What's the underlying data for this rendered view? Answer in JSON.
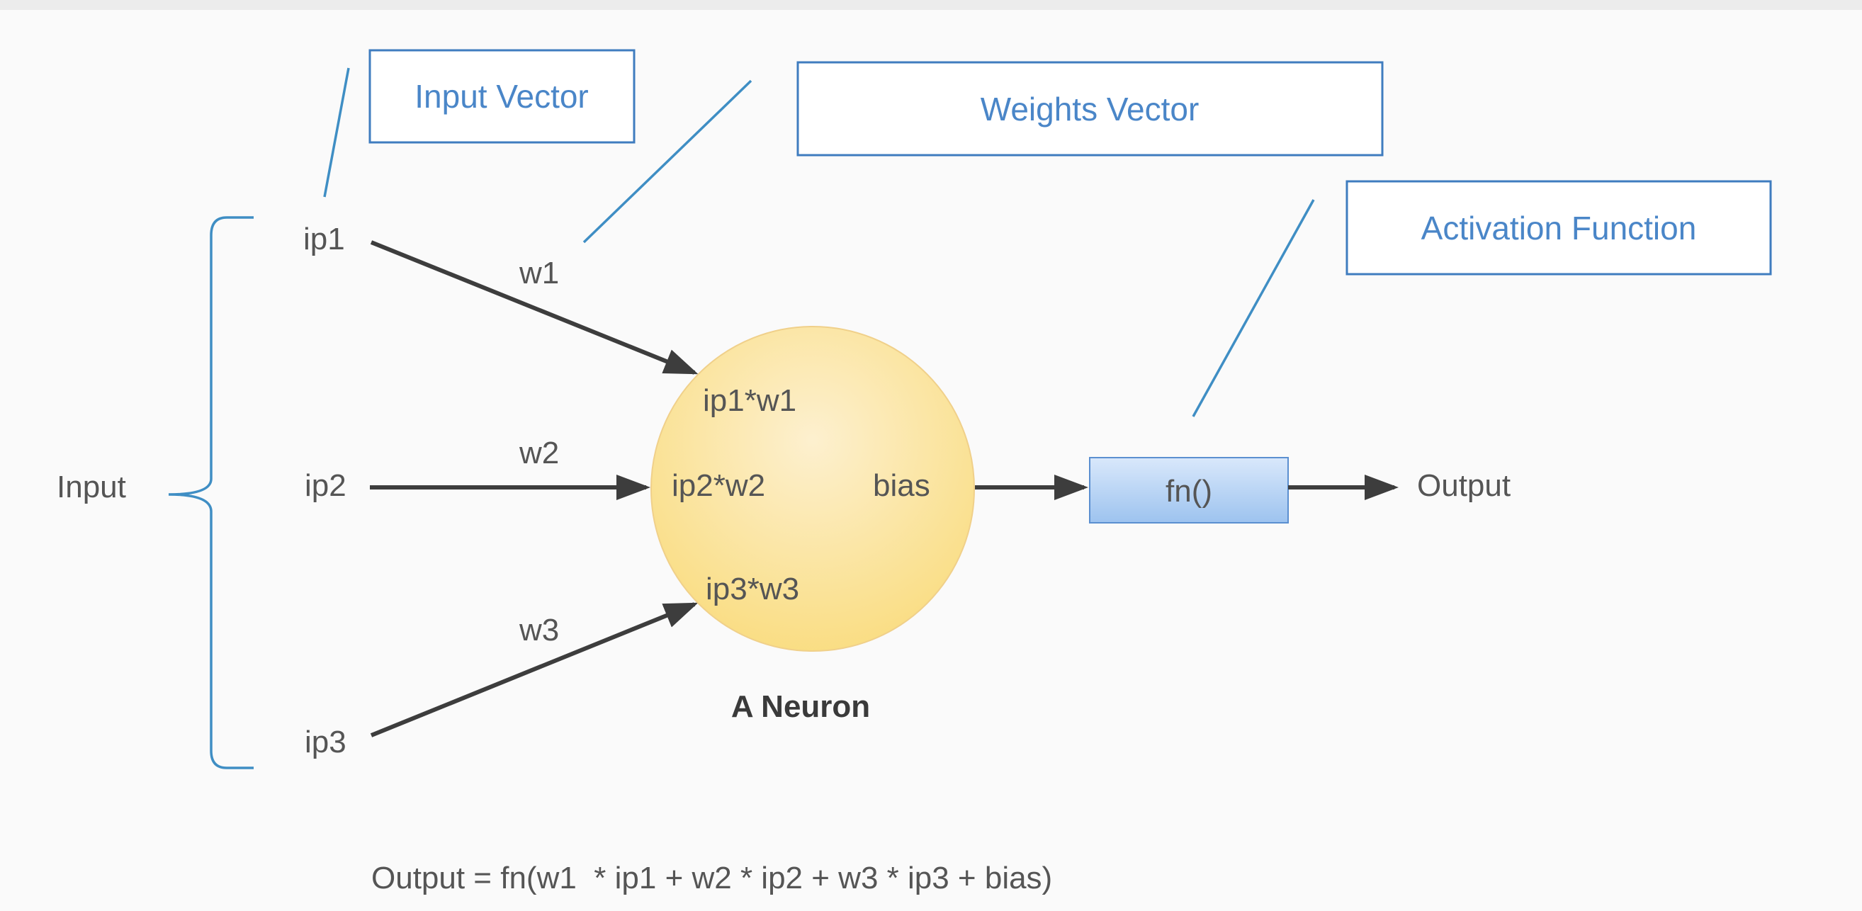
{
  "callouts": {
    "input_vector": "Input Vector",
    "weights_vector": "Weights Vector",
    "activation_function": "Activation Function"
  },
  "inputs": {
    "group_label": "Input",
    "ip1": "ip1",
    "ip2": "ip2",
    "ip3": "ip3"
  },
  "weights": {
    "w1": "w1",
    "w2": "w2",
    "w3": "w3"
  },
  "neuron": {
    "term1": "ip1*w1",
    "term2": "ip2*w2",
    "term3": "ip3*w3",
    "bias": "bias",
    "caption": "A Neuron"
  },
  "activation": {
    "label": "fn()"
  },
  "output": {
    "label": "Output"
  },
  "formula": "Output = fn(w1  * ip1 + w2 * ip2 + w3 * ip3 + bias)",
  "colors": {
    "callout_text": "#4a86c8",
    "callout_border": "#3f7cbf",
    "neuron_fill_top": "#fdf0cf",
    "neuron_fill_bottom": "#f9dc7e",
    "fn_fill_top": "#d9e8fb",
    "fn_fill_bottom": "#9dc3ef"
  }
}
